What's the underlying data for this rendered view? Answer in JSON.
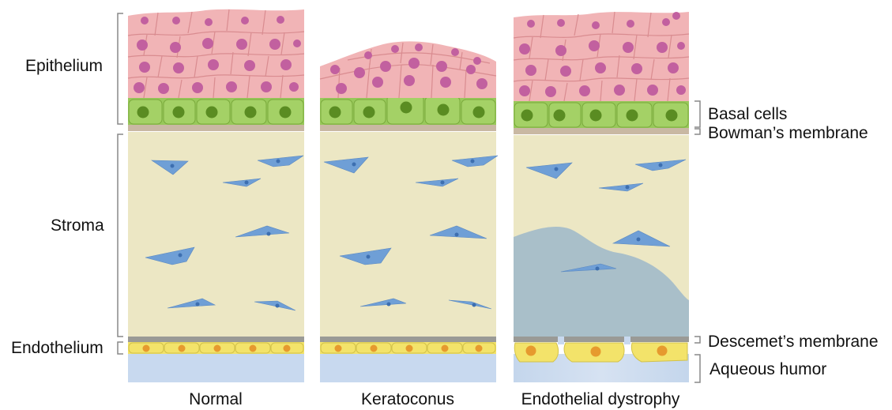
{
  "figure": {
    "left_labels": {
      "epithelium": "Epithelium",
      "stroma": "Stroma",
      "endothelium": "Endothelium"
    },
    "right_labels": {
      "basal_cells": "Basal cells",
      "bowmans_membrane": "Bowman’s membrane",
      "descemets_membrane": "Descemet’s membrane",
      "aqueous_humor": "Aqueous humor"
    },
    "panels": [
      {
        "id": "normal",
        "caption": "Normal"
      },
      {
        "id": "keratoconus",
        "caption": "Keratoconus"
      },
      {
        "id": "endothelial_dystrophy",
        "caption": "Endothelial dystrophy"
      }
    ],
    "colors": {
      "epithelial_cell": "#f1b4b6",
      "epithelial_cell_border": "#d98c90",
      "epithelial_nucleus": "#c2609f",
      "basal_cell": "#98c85a",
      "basal_nucleus": "#5a8c22",
      "bowmans_membrane": "#c9b8a3",
      "stroma": "#ece7c4",
      "keratocyte": "#6f9fd6",
      "descemets_membrane": "#9a9a96",
      "endothelial_cell": "#f3e36a",
      "endothelial_nucleus": "#e69a2e",
      "aqueous_humor": "#c8d9ef",
      "edema": "#a9bfc9",
      "bracket": "#888888"
    }
  }
}
